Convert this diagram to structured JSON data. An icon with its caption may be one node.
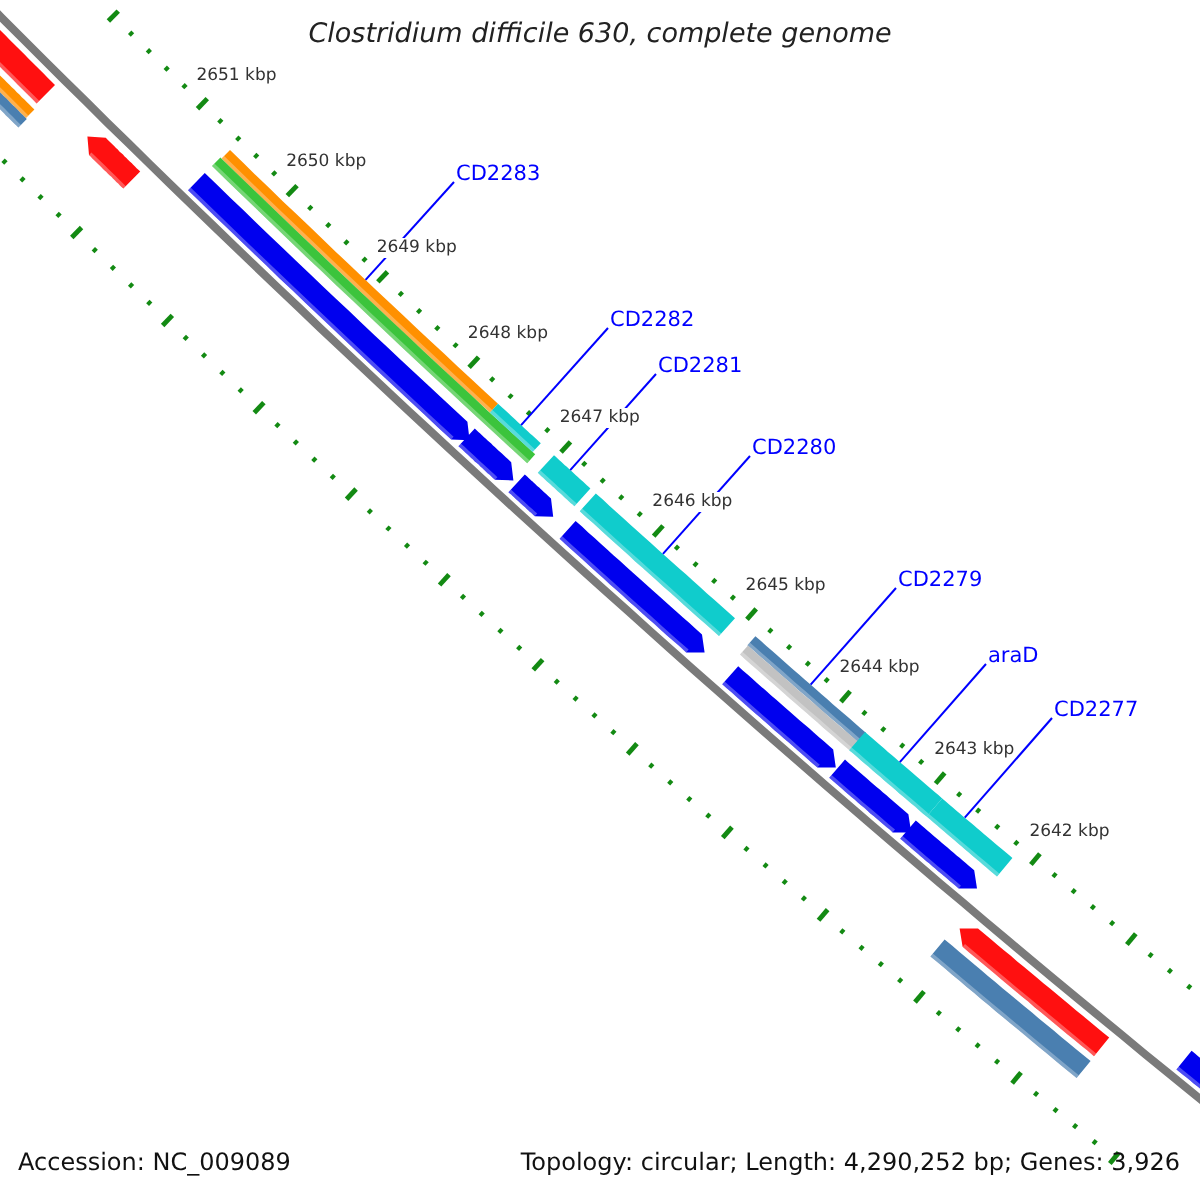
{
  "diagram": {
    "title": "Clostridium difficile 630, complete genome",
    "nodes": [
      {
        "text": [
          "CD2283"
        ]
      },
      {
        "text": [
          "CD2282"
        ]
      },
      {
        "text": [
          "CD2281"
        ]
      },
      {
        "text": [
          "CD2280"
        ]
      },
      {
        "text": [
          "CD2279"
        ]
      },
      {
        "text": [
          "araD"
        ]
      },
      {
        "text": [
          "CD2277"
        ]
      },
      {
        "text": [],
        "shape": "bar"
      },
      {
        "text": [],
        "shape": "bar"
      },
      {
        "text": [],
        "shape": "bar"
      },
      {
        "text": [],
        "shape": "bar"
      },
      {
        "text": [],
        "shape": "bar"
      },
      {
        "text": [],
        "shape": "bar"
      },
      {
        "text": [],
        "shape": "bar"
      }
    ],
    "edges": [
      {
        "from": 0,
        "to": 7,
        "arrow": "none"
      },
      {
        "from": 1,
        "to": 8,
        "arrow": "none"
      },
      {
        "from": 2,
        "to": 9,
        "arrow": "none"
      },
      {
        "from": 3,
        "to": 10,
        "arrow": "none"
      },
      {
        "from": 4,
        "to": 11,
        "arrow": "none"
      },
      {
        "from": 5,
        "to": 12,
        "arrow": "none"
      },
      {
        "from": 6,
        "to": 13,
        "arrow": "none"
      }
    ],
    "labels": [
      "2651 kbp",
      "2650 kbp",
      "2649 kbp",
      "2648 kbp",
      "2647 kbp",
      "2646 kbp",
      "2645 kbp",
      "2644 kbp",
      "2643 kbp",
      "2642 kbp",
      "Accession: NC_009089",
      "Topology: circular; Length: 4,290,252 bp; Genes: 3,926"
    ]
  }
}
